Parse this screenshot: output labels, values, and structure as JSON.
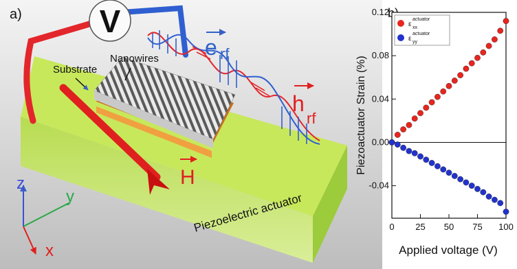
{
  "panel_a": {
    "label": "a)",
    "voltmeter_symbol": "V",
    "substrate_label": "Substrate",
    "nanowires_label": "Nanowires",
    "e_rf_base": "e",
    "e_rf_sub": "rf",
    "h_rf_base": "h",
    "h_rf_sub": "rf",
    "H_label": "H",
    "actuator_label": "Piezoelectric actuator",
    "axis_z": "z",
    "axis_y": "y",
    "axis_x": "x",
    "colors": {
      "actuator_top": "#c8e85c",
      "actuator_side": "#a9cf45",
      "red_wire": "#e3262b",
      "blue_wire": "#2f5fd0",
      "substrate": "#e8892a",
      "arrow_red": "#e0201f",
      "label_blue": "#2f62c8",
      "label_red": "#e0201f"
    }
  },
  "chart_data": {
    "type": "scatter",
    "panel_label": "b)",
    "xlabel": "Applied voltage (V)",
    "ylabel": "Piezoactuator Strain (%)",
    "xlim": [
      0,
      100
    ],
    "ylim": [
      -0.07,
      0.12
    ],
    "xticks": [
      "0",
      "25",
      "50",
      "75",
      "100"
    ],
    "yticks": [
      "-0.04",
      "0.00",
      "0.04",
      "0.08",
      "0.12"
    ],
    "ytick_values": [
      -0.04,
      0.0,
      0.04,
      0.08,
      0.12
    ],
    "xtick_values": [
      0,
      25,
      50,
      75,
      100
    ],
    "grid": false,
    "legend_position": "top-left",
    "series": [
      {
        "name": "ε_xx^actuator",
        "legend_base": "ε",
        "legend_sup": "actuator",
        "legend_sub": "xx",
        "color": "#e8251f",
        "x": [
          0,
          5,
          10,
          15,
          20,
          25,
          30,
          35,
          40,
          45,
          50,
          55,
          60,
          65,
          70,
          75,
          80,
          85,
          90,
          95,
          100
        ],
        "y": [
          0.0,
          0.007,
          0.012,
          0.016,
          0.022,
          0.027,
          0.032,
          0.037,
          0.042,
          0.047,
          0.052,
          0.057,
          0.062,
          0.068,
          0.073,
          0.078,
          0.083,
          0.089,
          0.095,
          0.103,
          0.112
        ]
      },
      {
        "name": "ε_yy^actuator",
        "legend_base": "ε",
        "legend_sup": "actuator",
        "legend_sub": "yy",
        "color": "#2233cc",
        "x": [
          0,
          5,
          10,
          15,
          20,
          25,
          30,
          35,
          40,
          45,
          50,
          55,
          60,
          65,
          70,
          75,
          80,
          85,
          90,
          95,
          100
        ],
        "y": [
          0.0,
          -0.002,
          -0.005,
          -0.008,
          -0.01,
          -0.013,
          -0.016,
          -0.019,
          -0.022,
          -0.025,
          -0.028,
          -0.031,
          -0.034,
          -0.037,
          -0.04,
          -0.043,
          -0.046,
          -0.05,
          -0.053,
          -0.056,
          -0.064
        ]
      }
    ]
  }
}
